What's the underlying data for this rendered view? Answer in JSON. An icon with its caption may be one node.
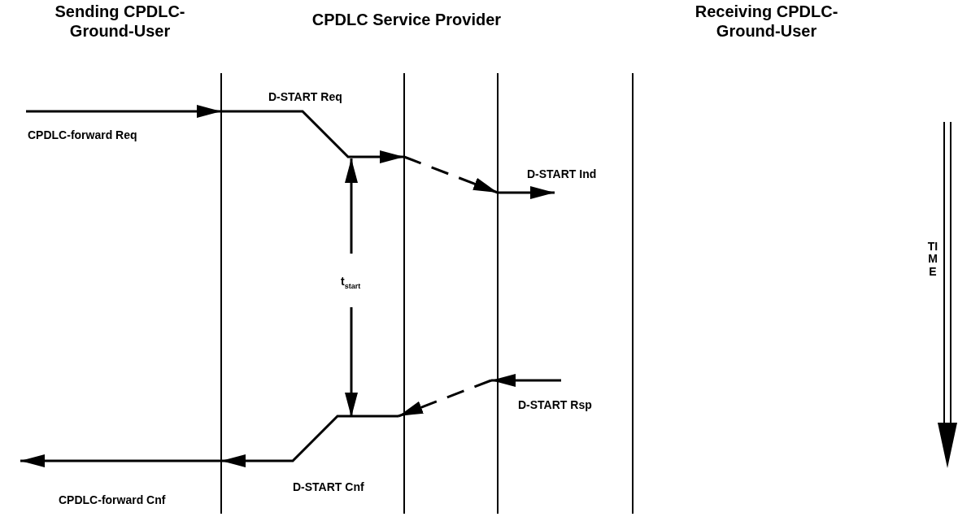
{
  "diagram": {
    "labels": [
      "Sending CPDLC-Ground-User",
      "CPDLC Service Provider",
      "Receiving CPDLC-Ground-User",
      "D-START Req",
      "CPDLC-forward Req",
      "D-START Ind",
      "t$_{start}$",
      "TIME",
      "D-START Rsp",
      "D-START Cnf",
      "CPDLC-forward Cnf"
    ]
  }
}
